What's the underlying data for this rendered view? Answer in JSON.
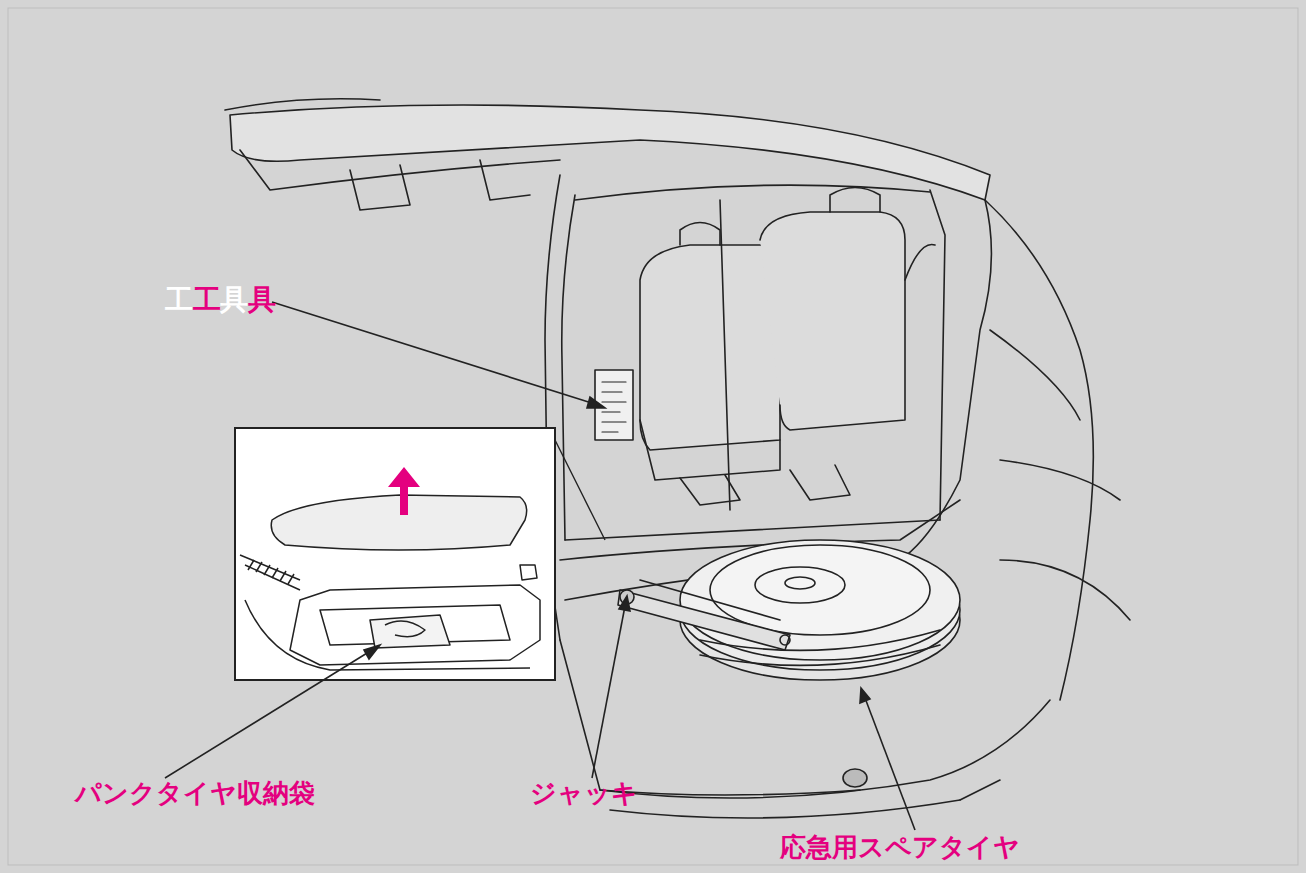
{
  "diagram": {
    "labels": [
      "工具",
      "工具",
      "パンクタイヤ収納袋",
      "ジャッキ",
      "応急用スペアタイヤ"
    ]
  }
}
